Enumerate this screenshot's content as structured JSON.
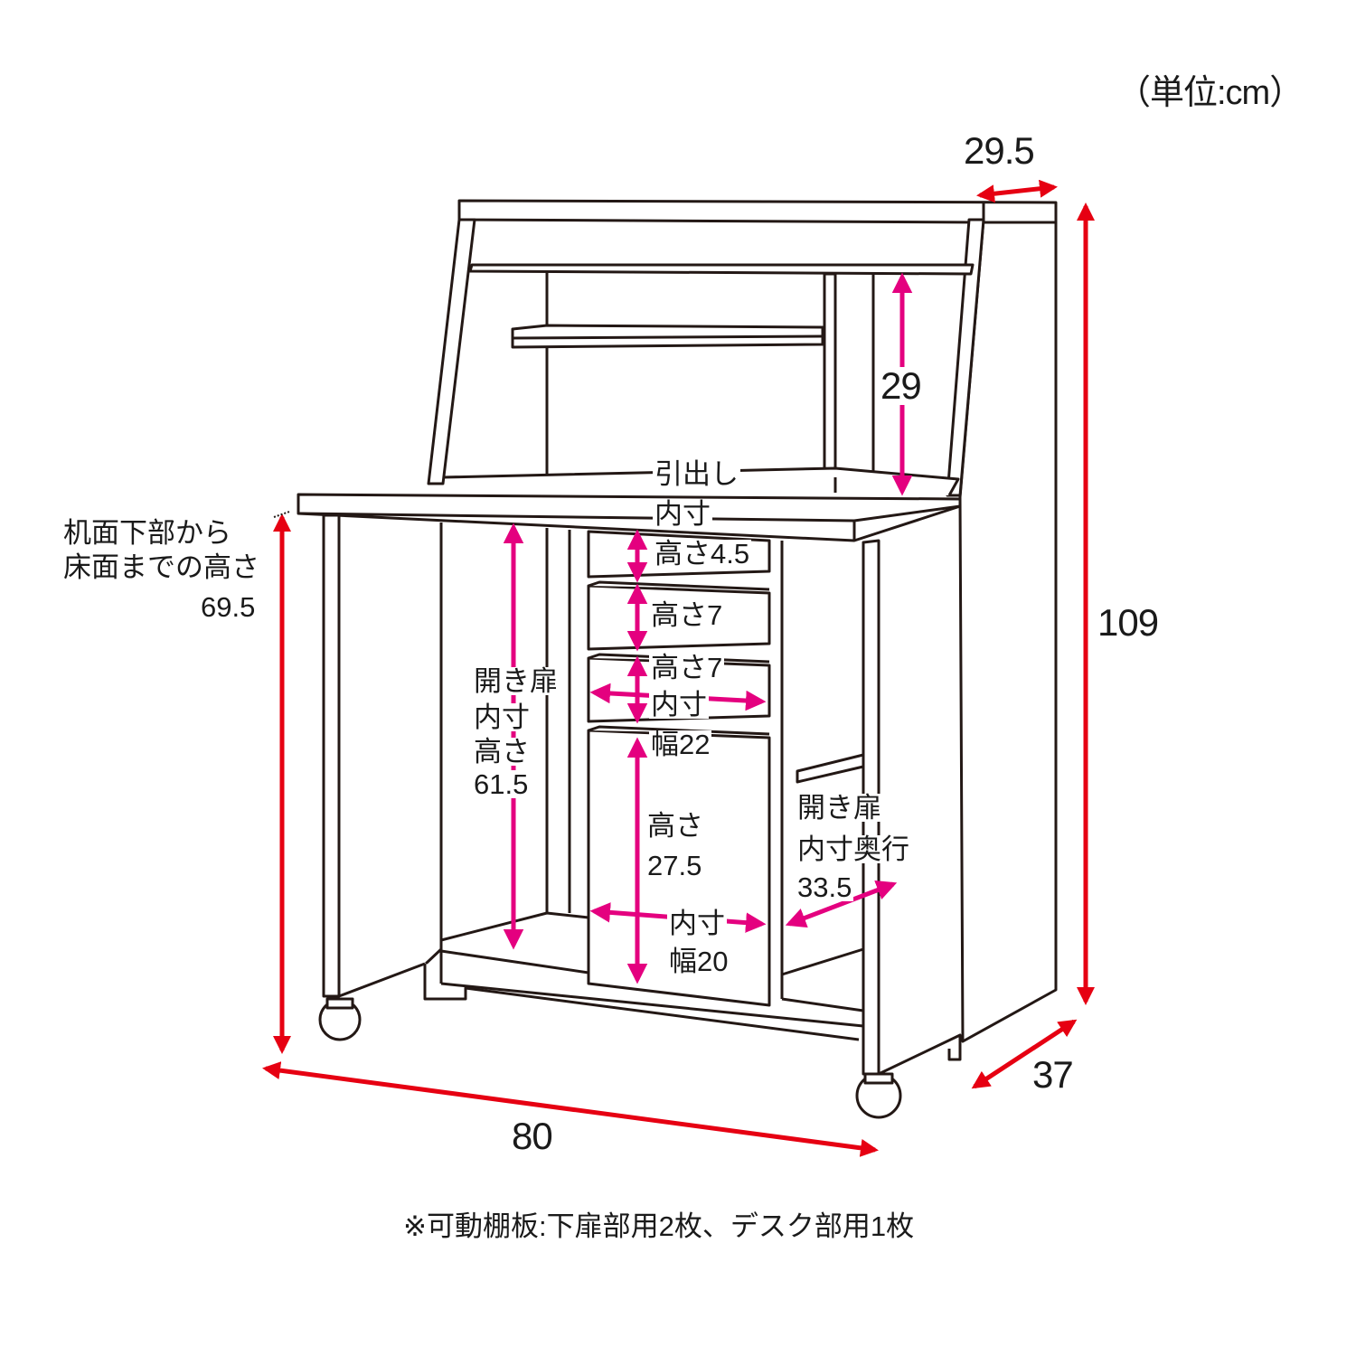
{
  "unit_note": "（単位:cm）",
  "dimensions": {
    "top_depth": "29.5",
    "shelf_height": "29",
    "total_height": "109",
    "depth": "37",
    "width": "80",
    "desk_height_label_line1": "机面下部から",
    "desk_height_label_line2": "床面までの高さ",
    "desk_height_value": "69.5"
  },
  "drawer": {
    "line1": "引出し",
    "line2": "内寸",
    "height1": "高さ4.5",
    "height2": "高さ7",
    "height3": "高さ7",
    "inner": "内寸",
    "width": "幅22"
  },
  "left_door": {
    "line1": "開き扉",
    "line2": "内寸",
    "line3": "高さ",
    "value": "61.5"
  },
  "center_door": {
    "line1": "高さ",
    "value": "27.5",
    "inner": "内寸",
    "width": "幅20"
  },
  "right_door": {
    "line1": "開き扉",
    "line2": "内寸奥行",
    "value": "33.5"
  },
  "footnote": "※可動棚板:下扉部用2枚、デスク部用1枚",
  "colors": {
    "outline": "#231815",
    "outer_dimension_arrow": "#e60012",
    "inner_dimension_arrow": "#e4007f"
  }
}
